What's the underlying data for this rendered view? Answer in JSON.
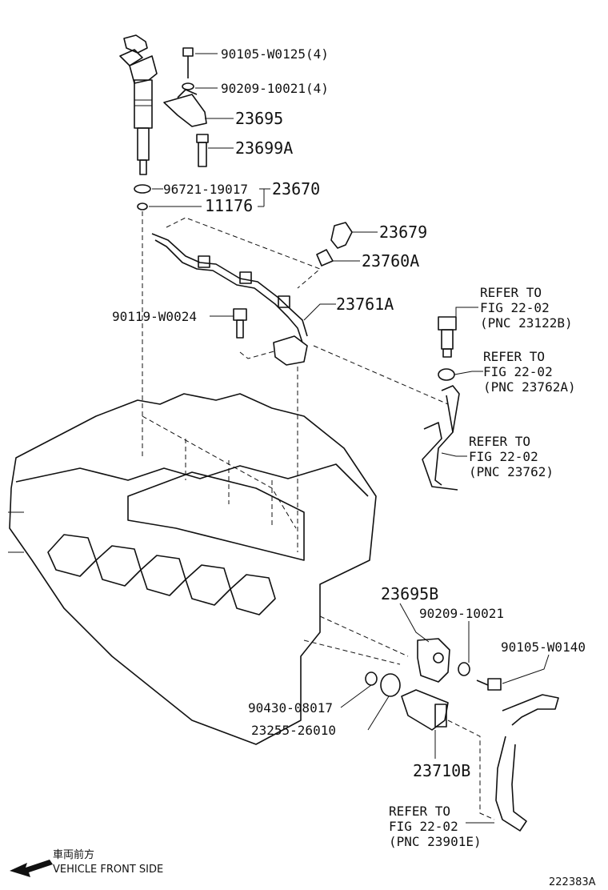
{
  "callouts": {
    "bolt_top": "90105-W0125(4)",
    "washer_top": "90209-10021(4)",
    "clamp": "23695",
    "stud": "23699A",
    "oring": "96721-19017",
    "injector": "23670",
    "gasket": "11176",
    "union_bolt": "23679",
    "clip": "23760A",
    "bolt_mid": "90119-W0024",
    "leak_pipe": "23761A",
    "bracket": "23695B",
    "washer_low": "90209-10021",
    "bolt_low": "90105-W0140",
    "oring_low": "90430-08017",
    "seal": "23255-26010",
    "pump_valve": "23710B"
  },
  "refer_blocks": [
    {
      "l1": "REFER TO",
      "l2": "FIG 22-02",
      "l3": "(PNC 23122B)"
    },
    {
      "l1": "REFER TO",
      "l2": "FIG 22-02",
      "l3": "(PNC 23762A)"
    },
    {
      "l1": "REFER TO",
      "l2": "FIG 22-02",
      "l3": "(PNC 23762)"
    },
    {
      "l1": "REFER TO",
      "l2": "FIG 22-02",
      "l3": "(PNC 23901E)"
    }
  ],
  "footer": {
    "direction_jp": "車両前方",
    "direction_en": "VEHICLE FRONT SIDE",
    "diagram_id": "222383A"
  },
  "colors": {
    "ink": "#111111",
    "background": "#ffffff"
  }
}
